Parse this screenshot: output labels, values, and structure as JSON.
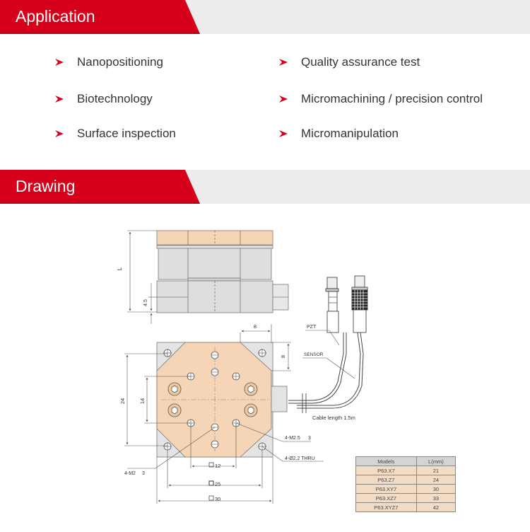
{
  "sections": {
    "application": {
      "title": "Application"
    },
    "drawing": {
      "title": "Drawing"
    }
  },
  "applications": [
    "Nanopositioning",
    "Quality assurance test",
    "Biotechnology",
    "Micromachining / precision control",
    "Surface inspection",
    "Micromanipulation"
  ],
  "drawing": {
    "labels": {
      "L": "L",
      "dim_45": "4.5",
      "dim_8_top": "8",
      "dim_8_side": "8",
      "pzt": "PZT",
      "sensor": "SENSOR",
      "cable": "Cable length 1.5m",
      "dim_24": "24",
      "dim_14": "14",
      "m25": "4-M2.5",
      "m25_depth": "3",
      "thru": "4-Ø2.2 THRU",
      "m2": "4-M2",
      "m2_depth": "3",
      "sq12": "12",
      "sq25": "25",
      "sq30": "30"
    },
    "table": {
      "headers": [
        "Models",
        "L(mm)"
      ],
      "rows": [
        [
          "P63.X7",
          "21"
        ],
        [
          "P63.Z7",
          "24"
        ],
        [
          "P63.XY7",
          "30"
        ],
        [
          "P63.XZ7",
          "33"
        ],
        [
          "P63.XYZ7",
          "42"
        ]
      ]
    },
    "colors": {
      "plate": "#f5d5b5",
      "grey": "#d6d6d6",
      "accent": "#d7001a"
    }
  }
}
